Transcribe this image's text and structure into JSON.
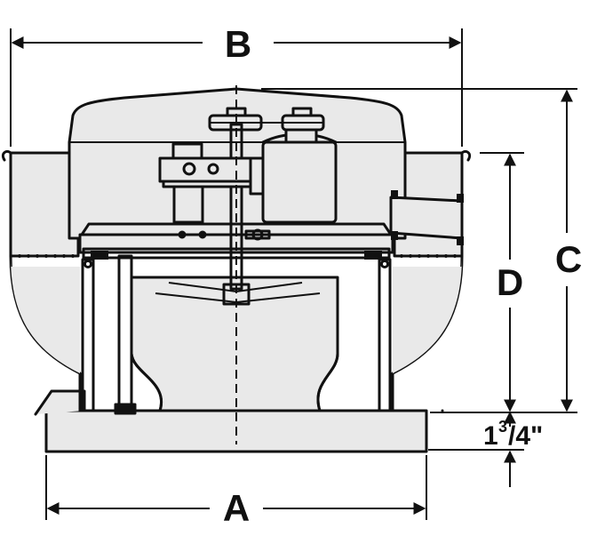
{
  "diagram": {
    "labels": {
      "width_top": "B",
      "width_base": "A",
      "height_total": "C",
      "height_dome": "D",
      "base_height_whole": "1",
      "base_height_num": "3",
      "base_height_den": "/4\""
    }
  }
}
